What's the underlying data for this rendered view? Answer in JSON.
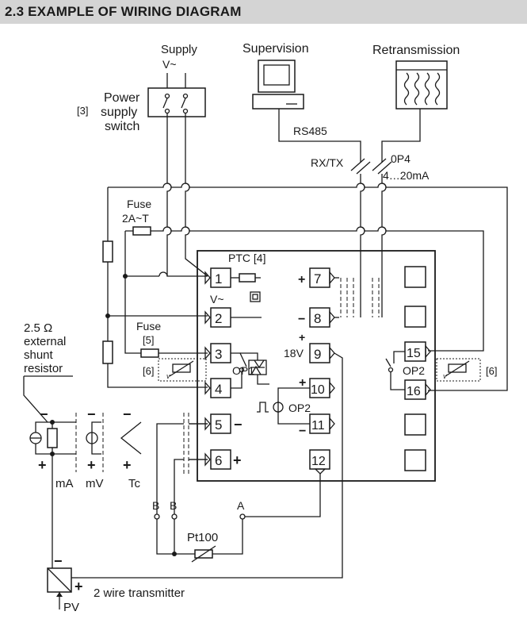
{
  "header": {
    "title": "2.3 EXAMPLE OF WIRING DIAGRAM"
  },
  "labels": {
    "supply": "Supply",
    "supply_voltage": "V~",
    "power_switch": [
      "Power",
      "supply",
      "switch"
    ],
    "power_switch_ref": "[3]",
    "supervision": "Supervision",
    "retransmission": "Retransmission",
    "rs485": "RS485",
    "rxtx": "RX/TX",
    "op4": "0P4",
    "op4_range": "4…20mA",
    "fuse_top": "Fuse",
    "fuse_top_rating": "2A~T",
    "fuse_mid": "Fuse",
    "fuse_mid_ref": "[5]",
    "ptc": "PTC [4]",
    "v_label": "V~",
    "shunt": [
      "2.5 Ω",
      "external",
      "shunt",
      "resistor"
    ],
    "ref6_left": "[6]",
    "ref6_right": "[6]",
    "op1": "OP1",
    "op2_relay": "OP2",
    "op2_ssr": "OP2",
    "v18": "18V",
    "plus": "+",
    "minus": "−",
    "input_ma": "mA",
    "input_mv": "mV",
    "input_tc": "Tc",
    "b1": "B",
    "b2": "B",
    "a": "A",
    "pt100": "Pt100",
    "transmitter": "2 wire transmitter",
    "pv": "PV"
  },
  "terminals": [
    "1",
    "2",
    "3",
    "4",
    "5",
    "6",
    "7",
    "8",
    "9",
    "10",
    "11",
    "12",
    "15",
    "16"
  ]
}
